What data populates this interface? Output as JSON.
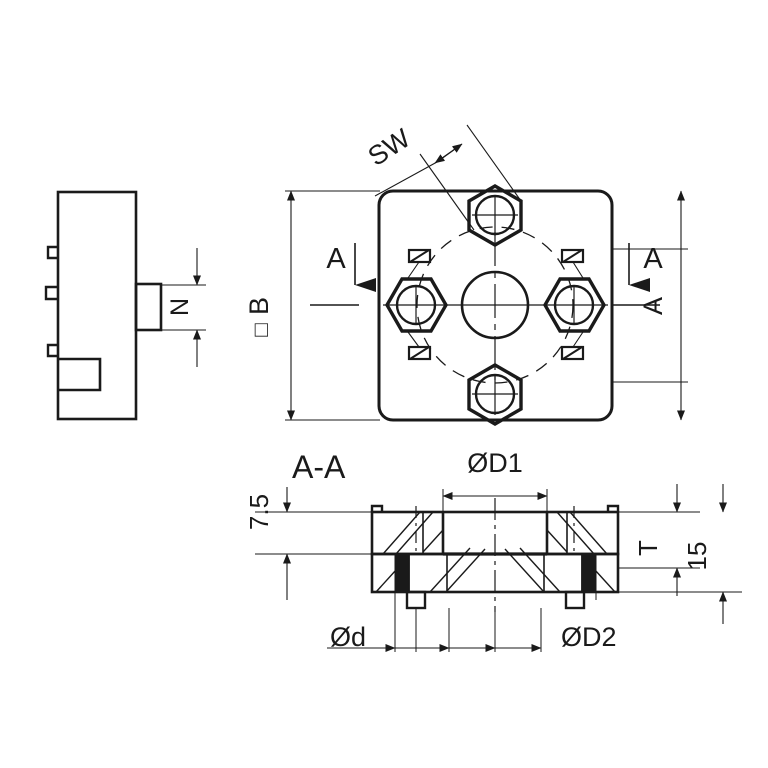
{
  "drawing": {
    "title": "Square flange mounting plate - technical drawing",
    "line_color": "#1a1a1a",
    "background": "#ffffff",
    "views": {
      "side_view": {
        "name": "Side view (left)"
      },
      "top_view": {
        "name": "Top view (plan)"
      },
      "section_view": {
        "name": "Section A-A"
      }
    }
  },
  "labels": {
    "sw": "SW",
    "square_b": "B",
    "square_symbol": "□",
    "a_dim": "A",
    "section_arrow_left": "A",
    "section_arrow_right": "A",
    "n_dim": "N",
    "section_title": "A-A",
    "d1": "ØD1",
    "d2": "ØD2",
    "d_small": "Ød",
    "t_dim": "T",
    "fifteen": "15",
    "seven_five": "7.5"
  },
  "chart_data": {
    "type": "table",
    "title": "Dimension callouts",
    "categories": [
      "SW",
      "□B",
      "A",
      "N",
      "ØD1",
      "ØD2",
      "Ød",
      "T",
      "15",
      "7.5"
    ],
    "values": [
      "SW",
      "□B",
      "A",
      "N",
      "ØD1",
      "ØD2",
      "Ød",
      "T",
      "15",
      "7.5"
    ]
  }
}
